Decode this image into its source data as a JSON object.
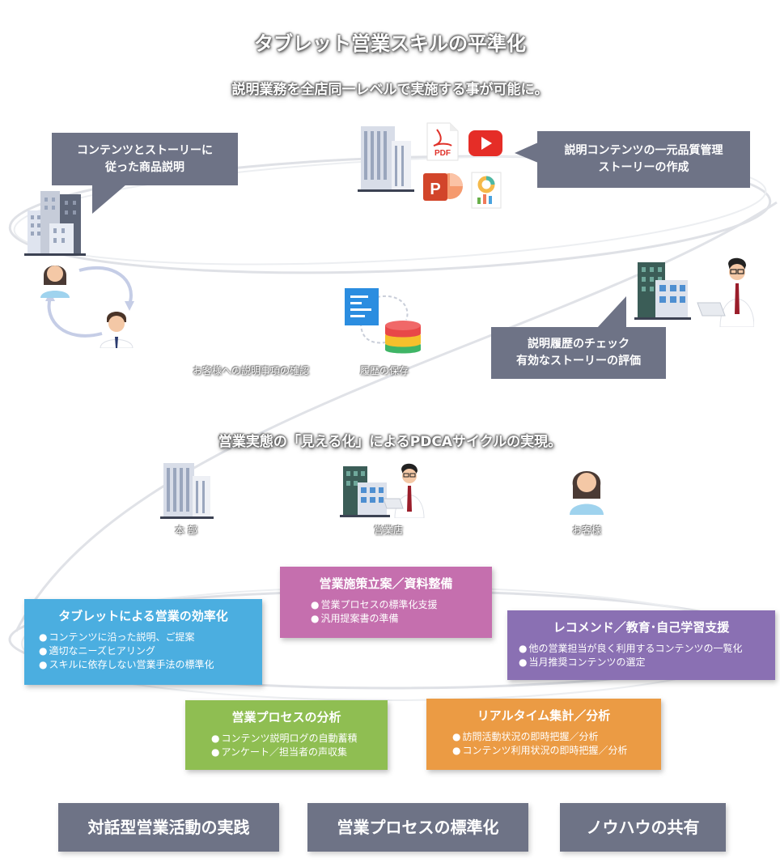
{
  "header": {
    "title": "タブレット営業スキルの平準化",
    "subtitle": "説明業務を全店同一レベルで実施する事が可能に。"
  },
  "callouts": {
    "left": [
      "コンテンツとストーリーに",
      "従った商品説明"
    ],
    "right_top": [
      "説明コンテンツの一元品質管理",
      "ストーリーの作成"
    ],
    "right_bottom": [
      "説明履歴のチェック",
      "有効なストーリーの評価"
    ]
  },
  "captions": {
    "confirm": "お客様への説明事項の確認",
    "history": "履歴の保存"
  },
  "pdca": {
    "title": "営業実態の「見える化」によるPDCAサイクルの実現。",
    "headquarters": "本 部",
    "branch": "営業店",
    "customer": "お客様"
  },
  "cards": {
    "tablet": {
      "title": "タブレットによる営業の効率化",
      "items": [
        "コンテンツに沿った説明、ご提案",
        "適切なニーズヒアリング",
        "スキルに依存しない営業手法の標準化"
      ],
      "color": "#4baee0"
    },
    "planning": {
      "title": "営業施策立案／資料整備",
      "items": [
        "営業プロセスの標準化支援",
        "汎用提案書の準備"
      ],
      "color": "#c56fae"
    },
    "recommend": {
      "title": "レコメンド／教育･自己学習支援",
      "items": [
        "他の営業担当が良く利用するコンテンツの一覧化",
        "当月推奨コンテンツの選定"
      ],
      "color": "#8a70b3"
    },
    "analysis": {
      "title": "営業プロセスの分析",
      "items": [
        "コンテンツ説明ログの自動蓄積",
        "アンケート／担当者の声収集"
      ],
      "color": "#8fbe52"
    },
    "realtime": {
      "title": "リアルタイム集計／分析",
      "items": [
        "訪問活動状況の即時把握／分析",
        "コンテンツ利用状況の即時把握／分析"
      ],
      "color": "#eb9b44"
    }
  },
  "bottom": {
    "b1": "対話型営業活動の実践",
    "b2": "営業プロセスの標準化",
    "b3": "ノウハウの共有"
  },
  "icons": {
    "pdf_label": "PDF",
    "ppt_label": "P"
  }
}
